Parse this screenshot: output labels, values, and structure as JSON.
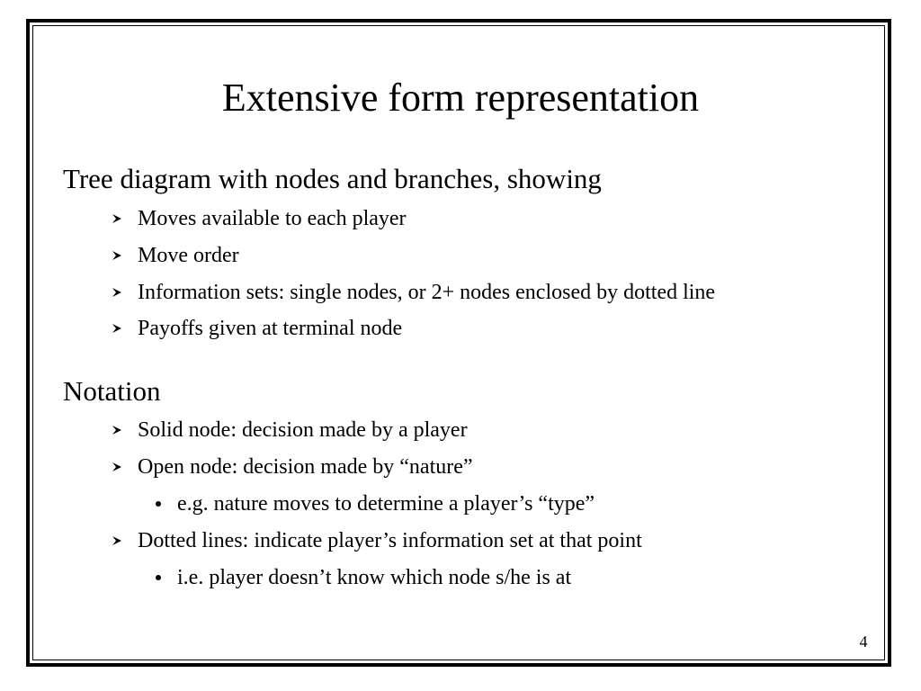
{
  "slide": {
    "title": "Extensive form representation",
    "page_number": "4",
    "sections": [
      {
        "heading": "Tree diagram with nodes and branches, showing",
        "items": [
          {
            "text": "Moves available to each player"
          },
          {
            "text": "Move order"
          },
          {
            "text": "Information sets: single nodes, or 2+ nodes enclosed by dotted line"
          },
          {
            "text": "Payoffs given at terminal node"
          }
        ]
      },
      {
        "heading": "Notation",
        "items": [
          {
            "text": "Solid node: decision made by a player"
          },
          {
            "text": "Open node: decision made by “nature”",
            "sub": [
              "e.g. nature moves to determine a player’s “type”"
            ]
          },
          {
            "text": "Dotted lines: indicate player’s information set at that point",
            "sub": [
              "i.e. player doesn’t know which node s/he is at"
            ]
          }
        ]
      }
    ]
  }
}
